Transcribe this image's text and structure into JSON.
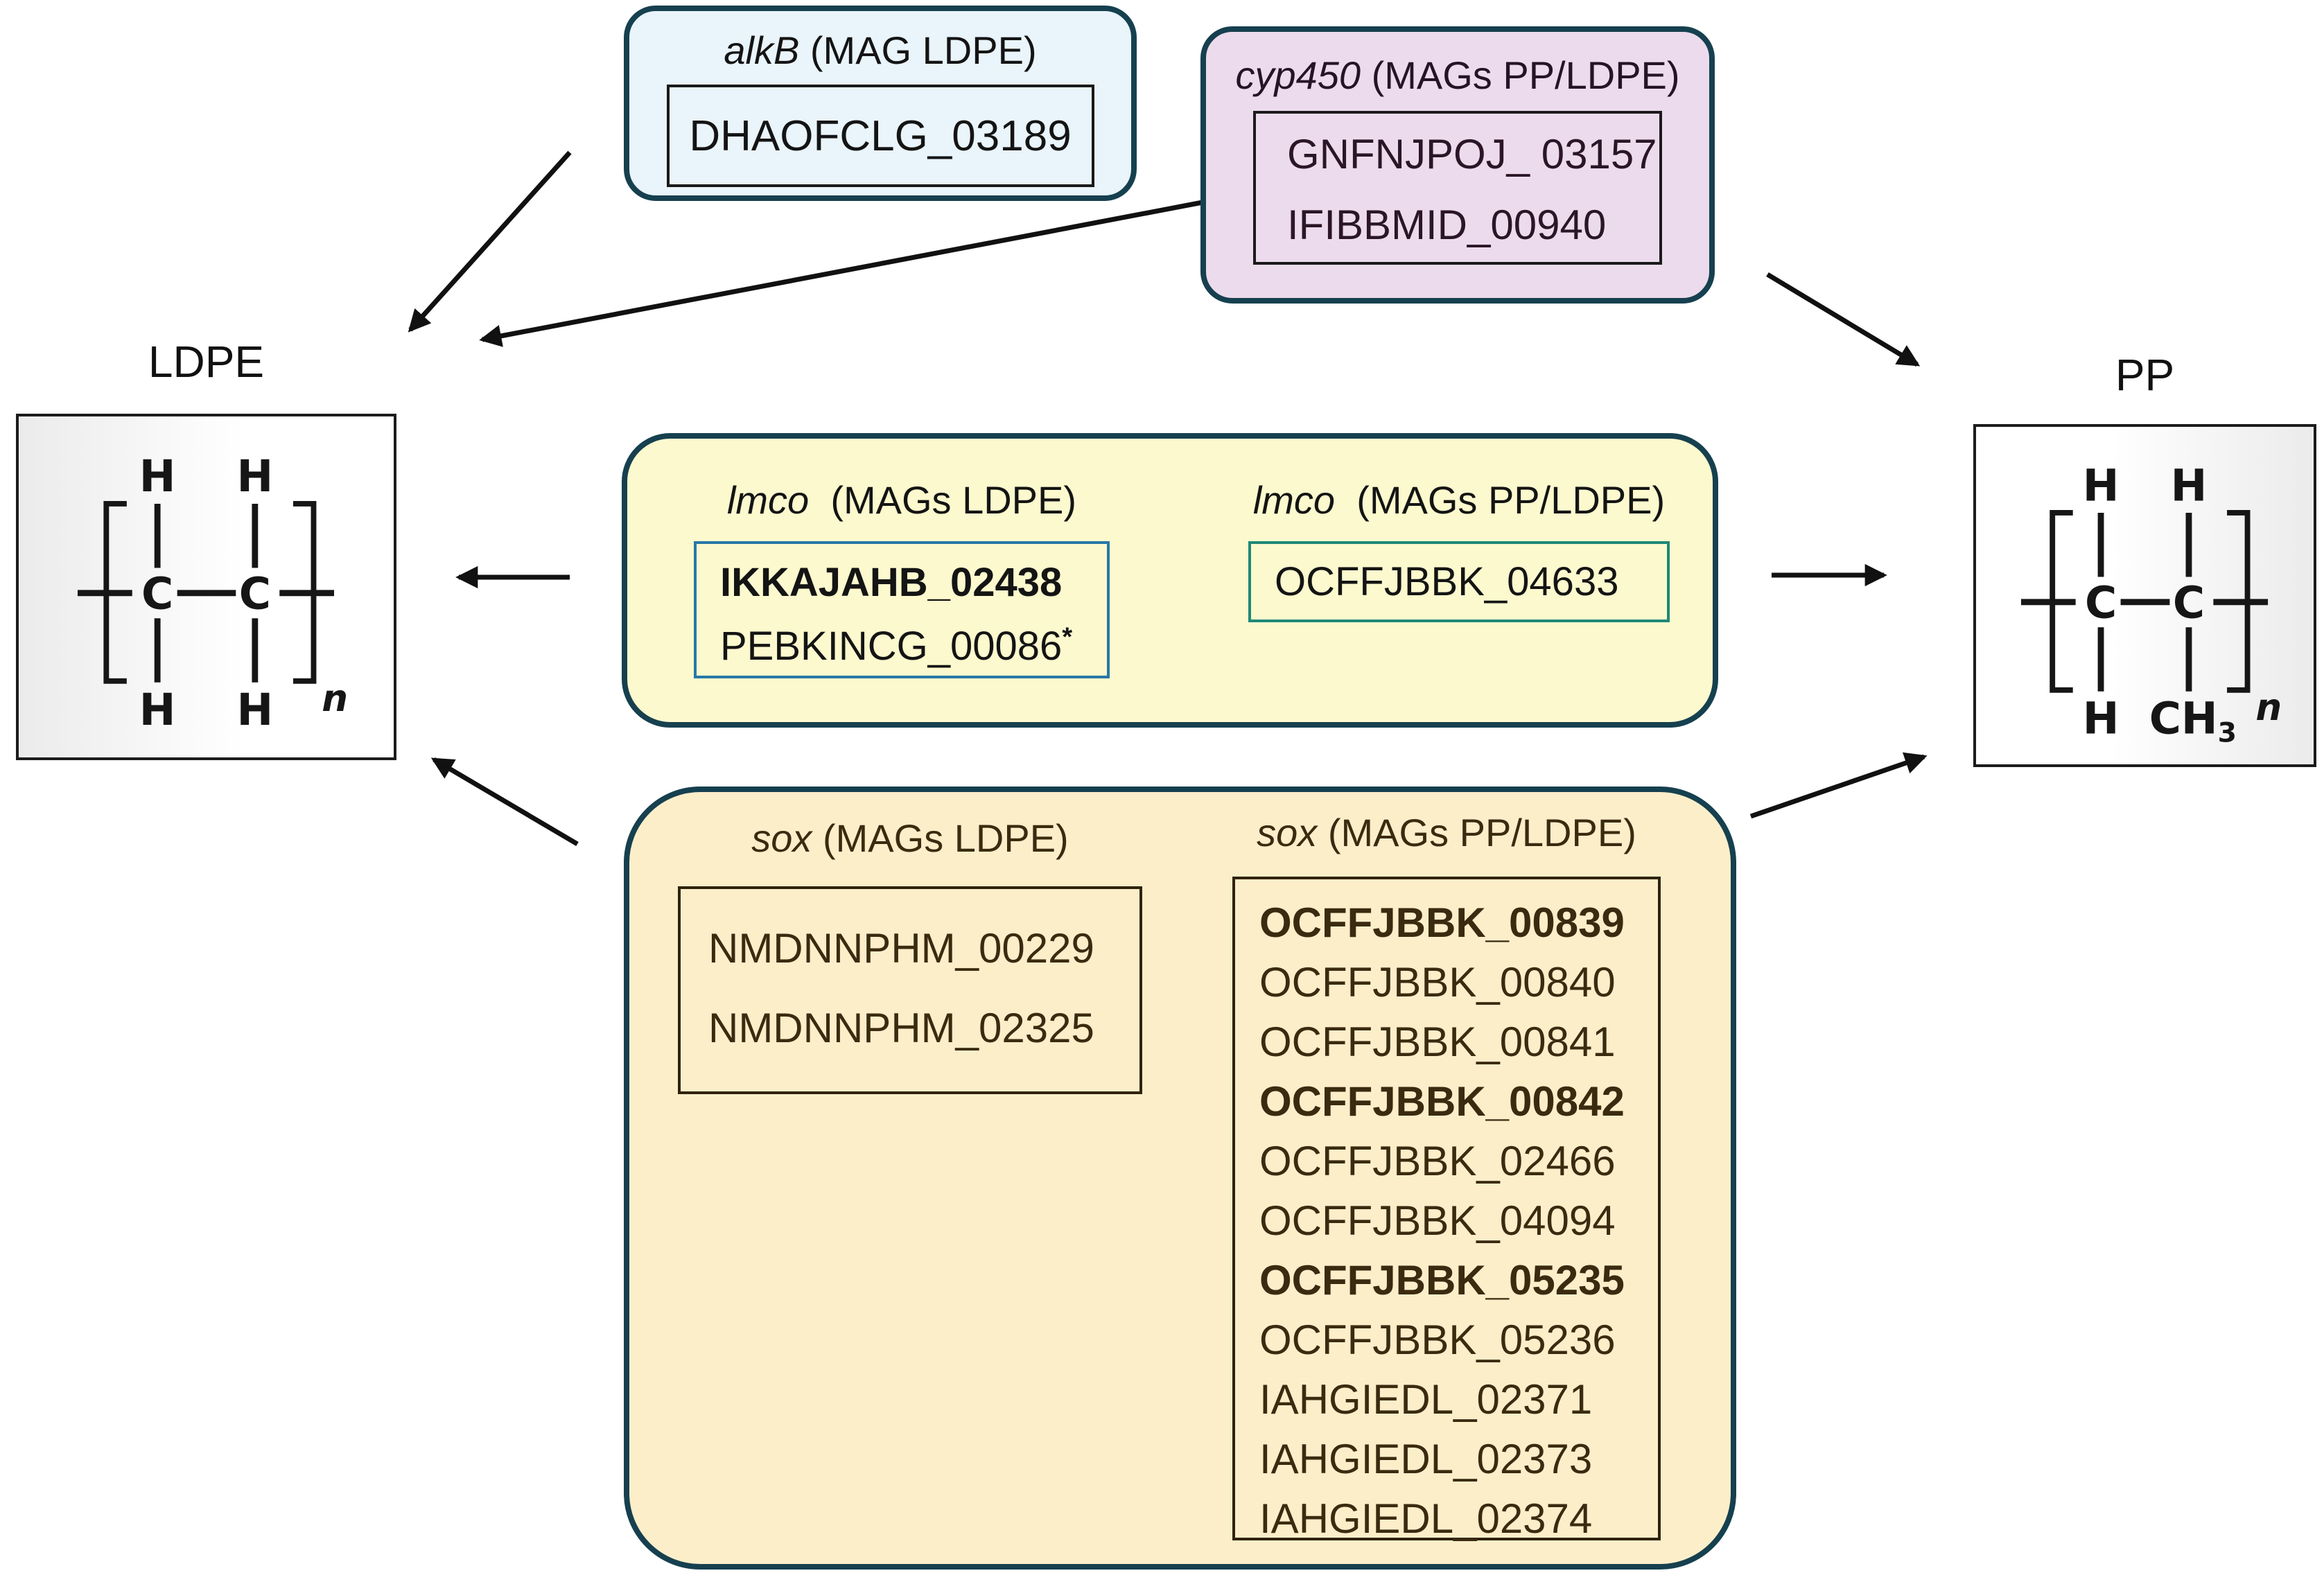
{
  "figure": {
    "description_left_polymer": "LDPE",
    "description_right_polymer": "PP"
  },
  "polymers": {
    "ldpe": {
      "label": "LDPE"
    },
    "pp": {
      "label": "PP"
    }
  },
  "structure_atoms": {
    "c": "C",
    "h": "H",
    "n": "n",
    "ch": "CH",
    "sub3": "3"
  },
  "gene_boxes": {
    "alkb": {
      "gene": "alkB",
      "scope": "(MAG LDPE)",
      "ids": [
        {
          "text": "DHAOFCLG_03189"
        }
      ]
    },
    "cyp450": {
      "gene": "cyp450",
      "scope": "(MAGs PP/LDPE)",
      "ids": [
        {
          "text": "GNFNJPOJ_ 03157"
        },
        {
          "text": "IFIBBMID_00940"
        }
      ]
    },
    "lmco_ldpe": {
      "gene": "lmco",
      "scope": "(MAGs LDPE)",
      "ids": [
        {
          "text": "IKKAJAHB_02438",
          "bold": true
        },
        {
          "text": "PEBKINCG_00086",
          "sup": "*"
        }
      ]
    },
    "lmco_pp": {
      "gene": "lmco",
      "scope": "(MAGs PP/LDPE)",
      "ids": [
        {
          "text": "OCFFJBBK_04633"
        }
      ]
    },
    "sox_ldpe": {
      "gene": "sox",
      "scope": "(MAGs LDPE)",
      "ids": [
        {
          "text": "NMDNNPHM_00229"
        },
        {
          "text": "NMDNNPHM_02325"
        }
      ]
    },
    "sox_pp": {
      "gene": "sox",
      "scope": "(MAGs PP/LDPE)",
      "ids": [
        {
          "text": "OCFFJBBK_00839",
          "bold": true
        },
        {
          "text": "OCFFJBBK_00840"
        },
        {
          "text": "OCFFJBBK_00841"
        },
        {
          "text": "OCFFJBBK_00842",
          "bold": true
        },
        {
          "text": "OCFFJBBK_02466"
        },
        {
          "text": "OCFFJBBK_04094"
        },
        {
          "text": "OCFFJBBK_05235",
          "bold": true
        },
        {
          "text": "OCFFJBBK_05236"
        },
        {
          "text": "IAHGIEDL_02371"
        },
        {
          "text": "IAHGIEDL_02373"
        },
        {
          "text": "IAHGIEDL_02374"
        }
      ]
    }
  },
  "colors": {
    "outer_border": "#16404f",
    "alkb_fill": "#e9f4fb",
    "cyp450_fill": "#ecdbec",
    "lmco_fill": "#fcf9ce",
    "sox_fill": "#fdeeca",
    "lmco_ldpe_inner_border": "#2878a8",
    "lmco_pp_inner_border": "#1f8878",
    "arrow": "#111111"
  }
}
